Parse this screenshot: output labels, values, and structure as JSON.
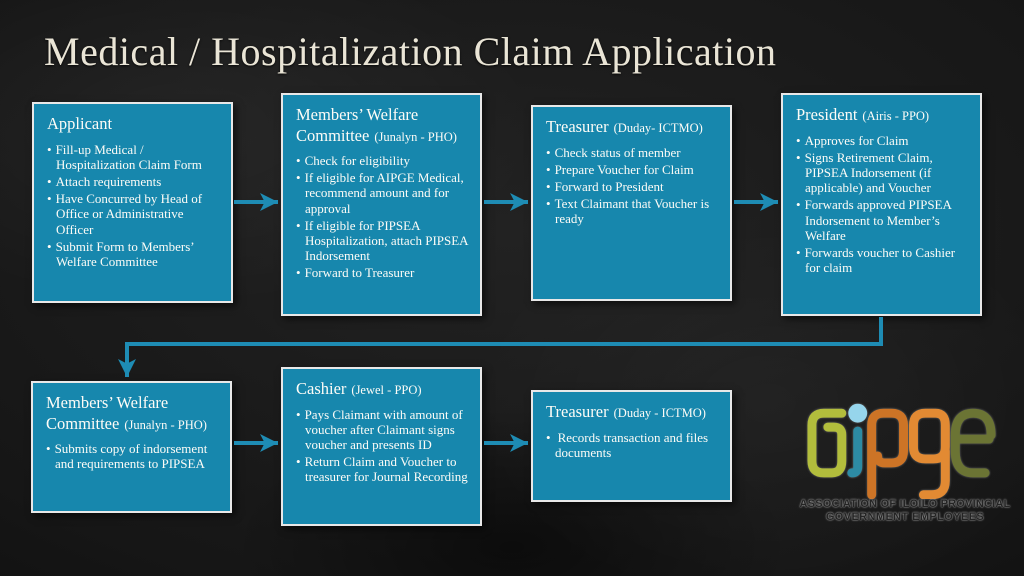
{
  "title": "Medical / Hospitalization Claim Application",
  "colors": {
    "accent": "#1e8cb4",
    "box_fill": "#1787ad",
    "box_border": "#e8e8e8",
    "title_text": "#eae5d6",
    "body_text": "#fdfcf7"
  },
  "boxes": [
    {
      "title": "Applicant",
      "person": "",
      "bullets": [
        "Fill-up Medical / Hospitalization Claim Form",
        "Attach requirements",
        "Have Concurred by Head of Office or Administrative Officer",
        "Submit Form to Members’ Welfare Committee"
      ]
    },
    {
      "title": "Members’ Welfare Committee",
      "person": "(Junalyn - PHO)",
      "bullets": [
        "Check for eligibility",
        "If eligible for AIPGE Medical, recommend amount and for approval",
        "If eligible for PIPSEA Hospitalization,  attach PIPSEA Indorsement",
        "Forward to Treasurer"
      ]
    },
    {
      "title": "Treasurer",
      "person": "(Duday- ICTMO)",
      "bullets": [
        "Check status of member",
        "Prepare Voucher for Claim",
        "Forward to President",
        "Text Claimant that Voucher is ready"
      ]
    },
    {
      "title": "President",
      "person": "(Airis - PPO)",
      "bullets": [
        "Approves for Claim",
        "Signs Retirement Claim, PIPSEA Indorsement (if applicable) and Voucher",
        "Forwards approved PIPSEA Indorsement to Member’s Welfare",
        "Forwards voucher to Cashier for claim"
      ]
    },
    {
      "title": "Members’ Welfare Committee",
      "person": "(Junalyn - PHO)",
      "bullets": [
        "Submits copy of indorsement and requirements to PIPSEA"
      ]
    },
    {
      "title": "Cashier",
      "person": "(Jewel - PPO)",
      "bullets": [
        "Pays Claimant with amount of voucher after Claimant signs voucher and presents ID",
        "Return Claim and Voucher to treasurer for Journal Recording"
      ]
    },
    {
      "title": "Treasurer",
      "person": "(Duday - ICTMO)",
      "bullets": [
        "Records transaction and files documents"
      ]
    }
  ],
  "logo": {
    "letters": [
      {
        "char": "a",
        "color": "#b2bd3c"
      },
      {
        "char": "i",
        "color": "#2d8ba4"
      },
      {
        "char": "p",
        "color": "#cd7426"
      },
      {
        "char": "g",
        "color": "#e28a33"
      },
      {
        "char": "e",
        "color": "#6b7434"
      }
    ],
    "dot_color": "#96d5ec",
    "caption_line1": "ASSOCIATION OF ILOILO PROVINCIAL",
    "caption_line2": "GOVERNMENT EMPLOYEES"
  }
}
